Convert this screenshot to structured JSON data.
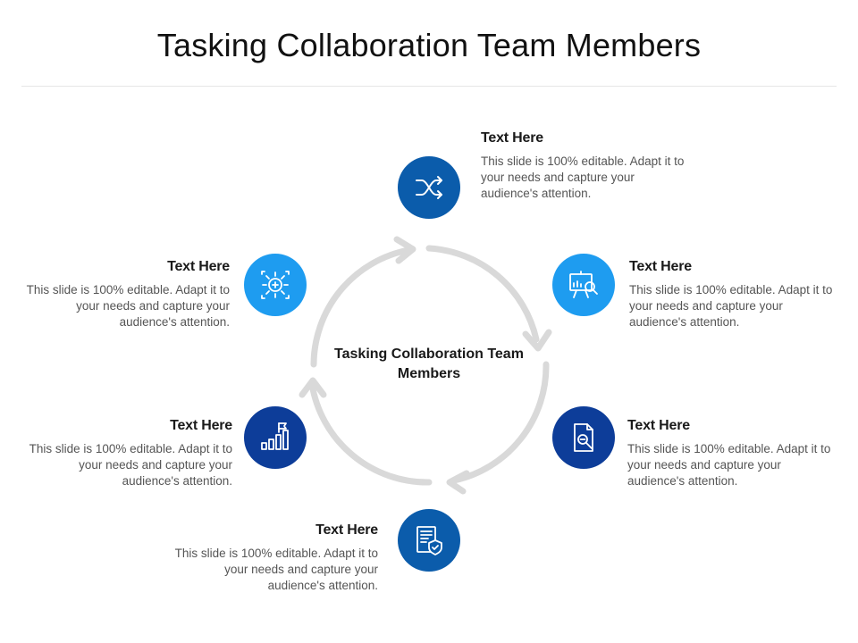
{
  "slide": {
    "title": "Tasking Collaboration Team Members",
    "center_label": "Tasking Collaboration Team Members"
  },
  "colors": {
    "blue_dark": "#0b5cab",
    "blue_light": "#1e9cf0",
    "navy": "#0d3d99",
    "ring": "#d9d9d9"
  },
  "items": [
    {
      "icon": "shuffle-icon",
      "color": "#0b5cab",
      "heading": "Text Here",
      "body": "This slide is 100% editable. Adapt it to your needs and capture your audience's attention."
    },
    {
      "icon": "presentation-magnifier-icon",
      "color": "#1e9cf0",
      "heading": "Text Here",
      "body": "This slide is 100% editable. Adapt it to your needs and capture your audience's attention."
    },
    {
      "icon": "document-search-icon",
      "color": "#0d3d99",
      "heading": "Text Here",
      "body": "This slide is 100% editable. Adapt it to your needs and capture your audience's attention."
    },
    {
      "icon": "document-shield-icon",
      "color": "#0b5cab",
      "heading": "Text Here",
      "body": "This slide is 100% editable. Adapt it to your needs and capture your audience's attention."
    },
    {
      "icon": "bar-chart-flag-icon",
      "color": "#0d3d99",
      "heading": "Text Here",
      "body": "This slide is 100% editable. Adapt it to your needs and capture your audience's attention."
    },
    {
      "icon": "gear-puzzle-icon",
      "color": "#1e9cf0",
      "heading": "Text Here",
      "body": "This slide is 100% editable. Adapt it to your needs and capture your audience's attention."
    }
  ]
}
